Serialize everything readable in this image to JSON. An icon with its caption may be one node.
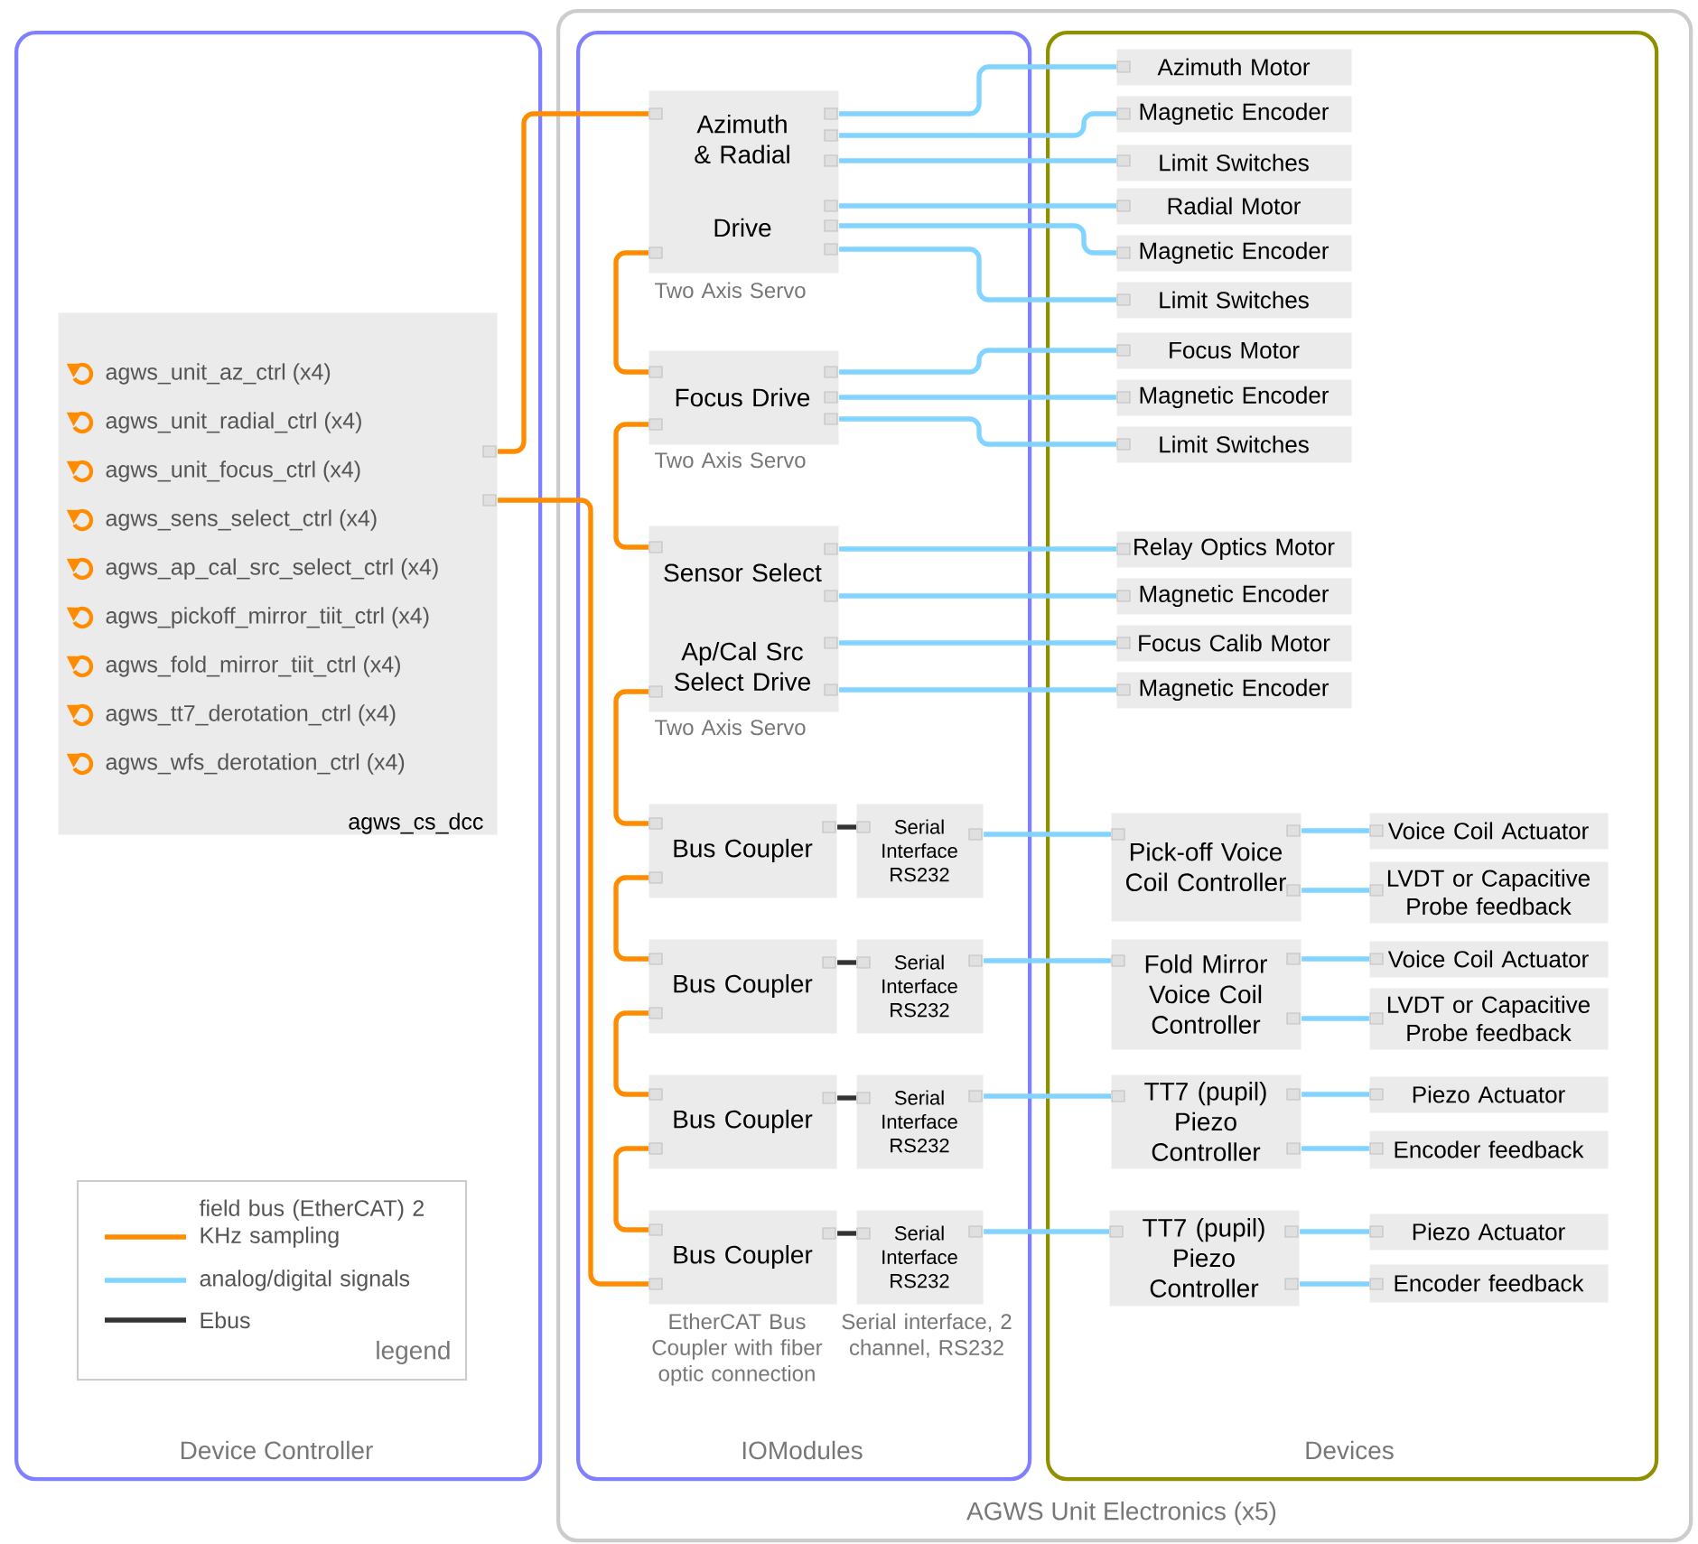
{
  "diagram": {
    "nodes": [
      {
        "text": [
          "Device Controller"
        ]
      },
      {
        "text": [
          "agws_unit_az_ctrl (x4)",
          "agws_unit_radial_ctrl (x4)",
          "agws_unit_focus_ctrl (x4)",
          "agws_sens_select_ctrl (x4)",
          "agws_ap_cal_src_select_ctrl (x4)",
          "agws_pickoff_mirror_tiit_ctrl (x4)",
          "agws_fold_mirror_tiit_ctrl (x4)",
          "agws_tt7_derotation_ctrl (x4)",
          "agws_wfs_derotation_ctrl (x4)",
          "agws_cs_dcc"
        ],
        "in": 0
      },
      {
        "text": [
          "AGWS Unit Electronics (x5)"
        ]
      },
      {
        "text": [
          "IOModules"
        ],
        "in": 2
      },
      {
        "text": [
          "Devices"
        ],
        "in": 2
      },
      {
        "text": [
          "Azimuth & Radial",
          "Drive"
        ],
        "beside": [
          "Two Axis Servo"
        ],
        "in": 3
      },
      {
        "text": [
          "Focus Drive"
        ],
        "beside": [
          "Two Axis Servo"
        ],
        "in": 3
      },
      {
        "text": [
          "Sensor Select",
          "Ap/Cal Src Select Drive"
        ],
        "beside": [
          "Two Axis Servo"
        ],
        "in": 3
      },
      {
        "text": [
          "Bus Coupler"
        ],
        "in": 3
      },
      {
        "text": [
          "Bus Coupler"
        ],
        "in": 3
      },
      {
        "text": [
          "Bus Coupler"
        ],
        "in": 3
      },
      {
        "text": [
          "Bus Coupler"
        ],
        "beside": [
          "EtherCAT Bus Coupler with fiber optic connection"
        ],
        "in": 3
      },
      {
        "text": [
          "Serial Interface RS232"
        ],
        "in": 3
      },
      {
        "text": [
          "Serial Interface RS232"
        ],
        "in": 3
      },
      {
        "text": [
          "Serial Interface RS232"
        ],
        "in": 3
      },
      {
        "text": [
          "Serial Interface RS232"
        ],
        "beside": [
          "Serial interface, 2 channel, RS232"
        ],
        "in": 3
      },
      {
        "text": [
          "Azimuth Motor"
        ],
        "in": 4
      },
      {
        "text": [
          "Magnetic Encoder"
        ],
        "in": 4
      },
      {
        "text": [
          "Limit Switches"
        ],
        "in": 4
      },
      {
        "text": [
          "Radial Motor"
        ],
        "in": 4
      },
      {
        "text": [
          "Magnetic Encoder"
        ],
        "in": 4
      },
      {
        "text": [
          "Limit Switches"
        ],
        "in": 4
      },
      {
        "text": [
          "Focus Motor"
        ],
        "in": 4
      },
      {
        "text": [
          "Magnetic Encoder"
        ],
        "in": 4
      },
      {
        "text": [
          "Limit Switches"
        ],
        "in": 4
      },
      {
        "text": [
          "Relay Optics Motor"
        ],
        "in": 4
      },
      {
        "text": [
          "Magnetic Encoder"
        ],
        "in": 4
      },
      {
        "text": [
          "Focus Calib Motor"
        ],
        "in": 4
      },
      {
        "text": [
          "Magnetic Encoder"
        ],
        "in": 4
      },
      {
        "text": [
          "Pick-off Voice Coil Controller"
        ],
        "in": 4
      },
      {
        "text": [
          "Voice Coil Actuator"
        ],
        "in": 4
      },
      {
        "text": [
          "LVDT or Capacitive Probe feedback"
        ],
        "in": 4
      },
      {
        "text": [
          "Fold Mirror Voice Coil Controller"
        ],
        "in": 4
      },
      {
        "text": [
          "Voice Coil Actuator"
        ],
        "in": 4
      },
      {
        "text": [
          "LVDT or Capacitive Probe feedback"
        ],
        "in": 4
      },
      {
        "text": [
          "TT7 (pupil) Piezo Controller"
        ],
        "in": 4
      },
      {
        "text": [
          "Piezo Actuator"
        ],
        "in": 4
      },
      {
        "text": [
          "Encoder feedback"
        ],
        "in": 4
      },
      {
        "text": [
          "TT7 (pupil) Piezo Controller"
        ],
        "in": 4
      },
      {
        "text": [
          "Piezo Actuator"
        ],
        "in": 4
      },
      {
        "text": [
          "Encoder feedback"
        ],
        "in": 4
      }
    ],
    "edges": [
      {
        "from": 1,
        "to": 5,
        "arrow": "none",
        "color": "#ff8c00"
      },
      {
        "from": 5,
        "to": 6,
        "arrow": "none",
        "color": "#ff8c00"
      },
      {
        "from": 6,
        "to": 7,
        "arrow": "none",
        "color": "#ff8c00"
      },
      {
        "from": 7,
        "to": 8,
        "arrow": "none",
        "color": "#ff8c00"
      },
      {
        "from": 8,
        "to": 9,
        "arrow": "none",
        "color": "#ff8c00"
      },
      {
        "from": 9,
        "to": 10,
        "arrow": "none",
        "color": "#ff8c00"
      },
      {
        "from": 10,
        "to": 11,
        "arrow": "none",
        "color": "#ff8c00"
      },
      {
        "from": 1,
        "to": 11,
        "arrow": "none",
        "color": "#ff8c00"
      },
      {
        "from": 8,
        "to": 12,
        "arrow": "none",
        "color": "#333333"
      },
      {
        "from": 9,
        "to": 13,
        "arrow": "none",
        "color": "#333333"
      },
      {
        "from": 10,
        "to": 14,
        "arrow": "none",
        "color": "#333333"
      },
      {
        "from": 11,
        "to": 15,
        "arrow": "none",
        "color": "#333333"
      },
      {
        "from": 5,
        "to": 16,
        "arrow": "none"
      },
      {
        "from": 5,
        "to": 17,
        "arrow": "none"
      },
      {
        "from": 5,
        "to": 18,
        "arrow": "none"
      },
      {
        "from": 5,
        "to": 19,
        "arrow": "none"
      },
      {
        "from": 5,
        "to": 20,
        "arrow": "none"
      },
      {
        "from": 5,
        "to": 21,
        "arrow": "none"
      },
      {
        "from": 6,
        "to": 22,
        "arrow": "none"
      },
      {
        "from": 6,
        "to": 23,
        "arrow": "none"
      },
      {
        "from": 6,
        "to": 24,
        "arrow": "none"
      },
      {
        "from": 7,
        "to": 25,
        "arrow": "none"
      },
      {
        "from": 7,
        "to": 26,
        "arrow": "none"
      },
      {
        "from": 7,
        "to": 27,
        "arrow": "none"
      },
      {
        "from": 7,
        "to": 28,
        "arrow": "none"
      },
      {
        "from": 12,
        "to": 29,
        "arrow": "none"
      },
      {
        "from": 29,
        "to": 30,
        "arrow": "none"
      },
      {
        "from": 29,
        "to": 31,
        "arrow": "none"
      },
      {
        "from": 13,
        "to": 32,
        "arrow": "none"
      },
      {
        "from": 32,
        "to": 33,
        "arrow": "none"
      },
      {
        "from": 32,
        "to": 34,
        "arrow": "none"
      },
      {
        "from": 14,
        "to": 35,
        "arrow": "none"
      },
      {
        "from": 35,
        "to": 36,
        "arrow": "none"
      },
      {
        "from": 35,
        "to": 37,
        "arrow": "none"
      },
      {
        "from": 15,
        "to": 38,
        "arrow": "none"
      },
      {
        "from": 38,
        "to": 39,
        "arrow": "none"
      },
      {
        "from": 38,
        "to": 40,
        "arrow": "none"
      }
    ],
    "labels": [
      "legend"
    ],
    "legend": [
      {
        "text": "field bus (EtherCAT) 2 KHz sampling"
      },
      {
        "text": "analog/digital signals"
      },
      {
        "text": "Ebus"
      }
    ]
  }
}
